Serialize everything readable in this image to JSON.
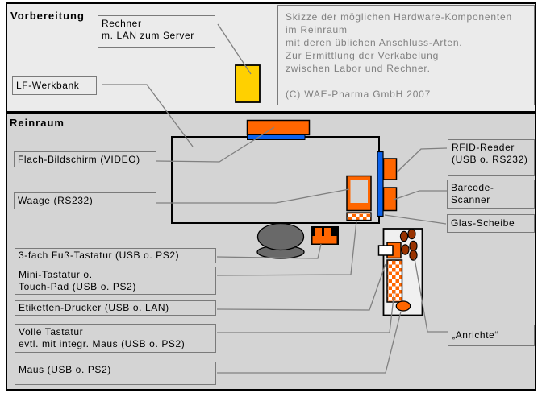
{
  "sections": {
    "vorbereitung_title": "Vorbereitung",
    "reinraum_title": "Reinraum"
  },
  "info": {
    "l1": "Skizze der möglichen Hardware-Komponenten",
    "l2": "im Reinraum",
    "l3": "mit deren üblichen Anschluss-Arten.",
    "l4": "Zur Ermittlung der Verkabelung",
    "l5": "zwischen Labor und Rechner.",
    "copyright": "(C) WAE-Pharma GmbH 2007"
  },
  "labels": {
    "rechner_line1": "Rechner",
    "rechner_line2": "m. LAN zum Server",
    "lf_werkbank": "LF-Werkbank",
    "flachbildschirm": "Flach-Bildschirm (VIDEO)",
    "waage": "Waage (RS232)",
    "fuss_tastatur": "3-fach Fuß-Tastatur (USB o. PS2)",
    "mini_line1": "Mini-Tastatur o.",
    "mini_line2": "Touch-Pad (USB o. PS2)",
    "etiketten_drucker": "Etiketten-Drucker (USB o. LAN)",
    "volle_line1": "Volle Tastatur",
    "volle_line2": "evtl. mit integr. Maus (USB o. PS2)",
    "maus": "Maus (USB o. PS2)",
    "rfid_line1": "RFID-Reader",
    "rfid_line2": "(USB o. RS232)",
    "barcode_line1": "Barcode-",
    "barcode_line2": "Scanner",
    "glas_scheibe": "Glas-Scheibe",
    "anrichte": "„Anrichte“"
  },
  "colors": {
    "orange": "#FF6600",
    "blue": "#0B62EC",
    "yellow": "#FFD000",
    "brown": "#993300",
    "stool_gray": "#696969",
    "bg_top": "#EBEBEB",
    "bg_bottom": "#D4D4D4",
    "line_gray": "#808080"
  }
}
